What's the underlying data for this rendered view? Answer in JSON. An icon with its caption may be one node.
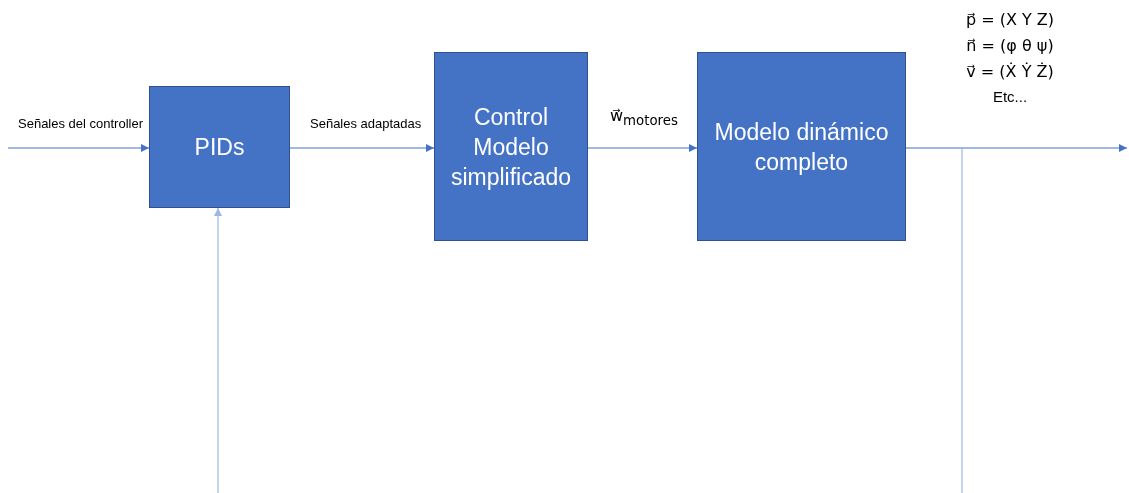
{
  "diagram": {
    "nodes": [
      {
        "text": [
          "PIDs"
        ]
      },
      {
        "text": [
          "Control Modelo simplificado"
        ]
      },
      {
        "text": [
          "Modelo dinámico completo"
        ]
      }
    ],
    "edges": [
      {
        "from": null,
        "to": 0,
        "arrow": "to",
        "label": "Señales del controller"
      },
      {
        "from": 0,
        "to": 1,
        "arrow": "to",
        "label": "Señales adaptadas"
      },
      {
        "from": 1,
        "to": 2,
        "arrow": "to",
        "label": "w⃗$_{motores}$"
      },
      {
        "from": 2,
        "to": null,
        "arrow": "to"
      },
      {
        "from": 2,
        "to": null,
        "arrow": "none",
        "color": "#9db6e4"
      },
      {
        "from": null,
        "to": 0,
        "arrow": "to",
        "color": "#9db6e4"
      }
    ],
    "labels": [
      "p⃗ = (X Y Z)",
      "n⃗ = (φ θ ψ)",
      "v⃗ = (Ẋ Ẏ Ż)",
      "Etc..."
    ]
  }
}
